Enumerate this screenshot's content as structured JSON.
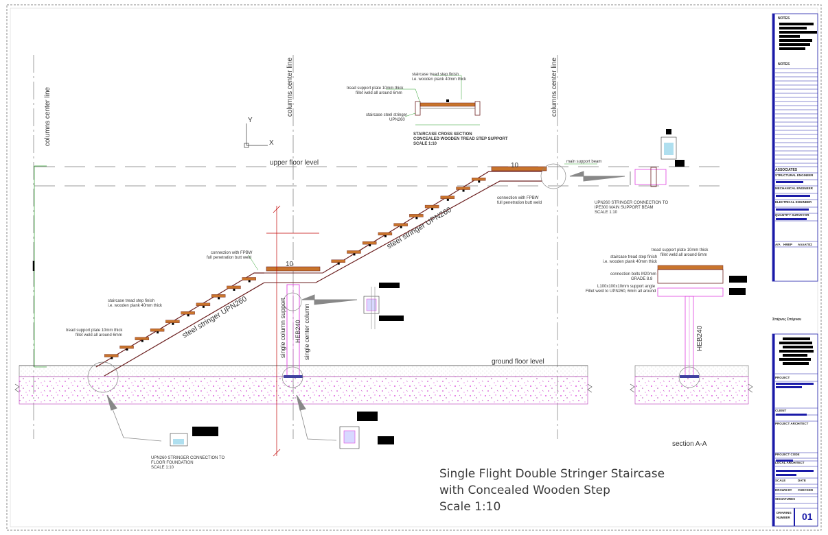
{
  "labels": {
    "columns_center_line": "columns center line",
    "upper_floor_level": "upper floor level",
    "ground_floor_level": "ground floor level",
    "section_aa": "section A-A",
    "step_count_top": "10",
    "step_count_landing": "10",
    "stringer_lower": "steel stringer UPN260",
    "stringer_upper": "steel stringer UPN260",
    "column_support": "single column support",
    "column_heb_left": "HEB240",
    "column_center": "single center column",
    "column_heb_right": "HEB240",
    "axis_y": "Y",
    "axis_x": "X"
  },
  "cross_section": {
    "finish_1": "staircase tread step finish",
    "finish_2": "i.e. wooden plank 40mm thick",
    "support_1": "tread support plate 10mm thick",
    "support_2": "fillet weld all around 6mm",
    "stringer_1": "staircase steel stringer",
    "stringer_2": "UPN260",
    "title_1": "STAIRCASE CROSS SECTION",
    "title_2": "CONCEALED WOODEN TREAD STEP SUPPORT",
    "title_3": "SCALE 1:10"
  },
  "annotations": {
    "main_support_beam": "main support beam",
    "fpbw_top_1": "connection with FPBW",
    "fpbw_top_2": "full penetration butt weld",
    "fpbw_mid_1": "connection with FPBW",
    "fpbw_mid_2": "full penetration butt weld",
    "tread_finish_1": "staircase tread step finish",
    "tread_finish_2": "i.e. wooden plank 40mm thick",
    "tread_support_1": "tread support plate 10mm thick",
    "tread_support_2": "fillet weld all around 6mm"
  },
  "connection_beam": {
    "line1": "UPN260 STRINGER CONNECTION TO",
    "line2": "IPE300 MAIN SUPPORT BEAM",
    "line3": "SCALE 1:10"
  },
  "connection_foundation": {
    "line1": "UPN260 STRINGER CONNECTION TO",
    "line2": "FLOOR FOUNDATION",
    "line3": "SCALE 1:10"
  },
  "section_right": {
    "support_1": "tread support plate 10mm thick",
    "support_2": "fillet weld all around 6mm",
    "finish_1": "staircase tread step finish",
    "finish_2": "i.e. wooden plank 40mm thick",
    "bolts_1": "connection bolts M20mm",
    "bolts_2": "GRADE 8.8",
    "angle_1": "L100x100x10mm support angle",
    "angle_2": "Fillet weld to UPN260, 6mm all around"
  },
  "title_block": {
    "notes_1": "NOTES",
    "notes_2": "NOTES",
    "associates": "ASSOCIATES",
    "structural": "STRUCTURAL ENGINEER",
    "mechanical": "MECHANICAL ENGINEER",
    "electrical": "ELECTRICAL ENGINEER",
    "quantity": "QUANTITY SURVEYOR",
    "rev_col_1": "A/A",
    "rev_col_2": "HMEP",
    "rev_col_3": "ΑΛΛΑΓΕΣ",
    "stamp": "Σπέρνες Σπέρνου",
    "project": "PROJECT",
    "client": "CLIENT",
    "architect": "PROJECT ARCHITECT",
    "code": "PROJECT CODE",
    "local_architect": "LOCAL ARCHITECT",
    "scale": "SCALE",
    "date": "DATE",
    "drawn_by": "DRAWN BY",
    "checked": "CHECKED",
    "signatures": "SIGNATURES",
    "drawing_number_1": "DRAWING",
    "drawing_number_2": "NUMBER",
    "drawing_no": "01"
  },
  "main_title": {
    "line1": "Single Flight Double Stringer Staircase",
    "line2": "with Concealed Wooden Step",
    "line3": "Scale 1:10"
  },
  "colors": {
    "tread": "#c8742c",
    "stringer": "#6b1f1f",
    "column": "#e040e0",
    "dimension": "#c00000",
    "leader": "#2aa02a",
    "titleblock": "#1a1aa8",
    "concrete_dot": "#e05ae0"
  }
}
